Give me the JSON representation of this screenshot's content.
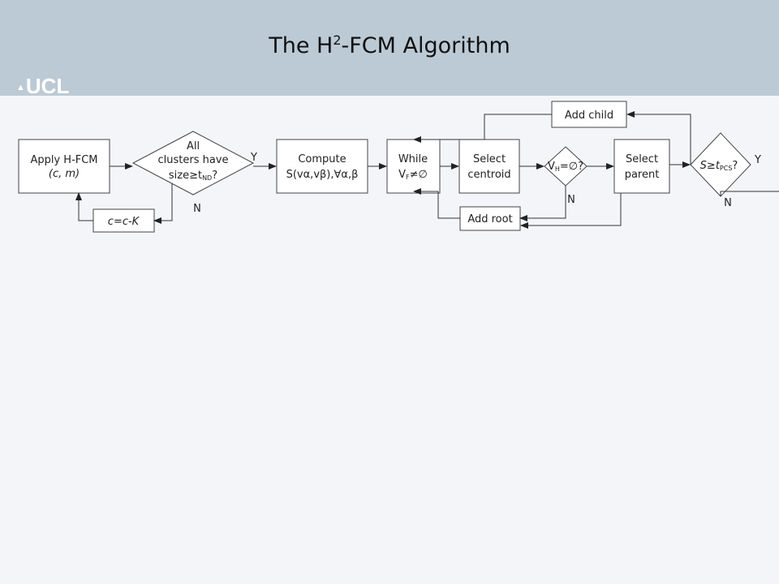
{
  "slide": {
    "title_pre": "The H",
    "title_sup": "2",
    "title_post": "-FCM Algorithm",
    "logo_text": "UCL"
  },
  "flowchart": {
    "apply": {
      "line1": "Apply H-FCM",
      "line2": "(c, m)"
    },
    "decision_size": {
      "line1": "All",
      "line2": "clusters have",
      "line3": "size≥t",
      "line3_sub": "ND",
      "line3_end": "?"
    },
    "y_label_1": "Y",
    "n_label_1": "N",
    "update": "c=c-K",
    "compute": {
      "line1": "Compute",
      "line2": "S(vα,vβ),∀α,β"
    },
    "while": {
      "line1": "While",
      "line2": "V",
      "line2_sub": "F",
      "line2_end": "≠∅"
    },
    "select_centroid": {
      "line1": "Select",
      "line2": "centroid"
    },
    "decision_vh": {
      "main": "V",
      "sub": "H",
      "end": "=∅?"
    },
    "n_label_2": "N",
    "add_root": "Add root",
    "add_child": "Add child",
    "select_parent": {
      "line1": "Select",
      "line2": "parent"
    },
    "decision_s": {
      "main": "S≥t",
      "sub": "PCS",
      "end": "?"
    },
    "y_label_2": "Y",
    "n_label_3": "N"
  }
}
